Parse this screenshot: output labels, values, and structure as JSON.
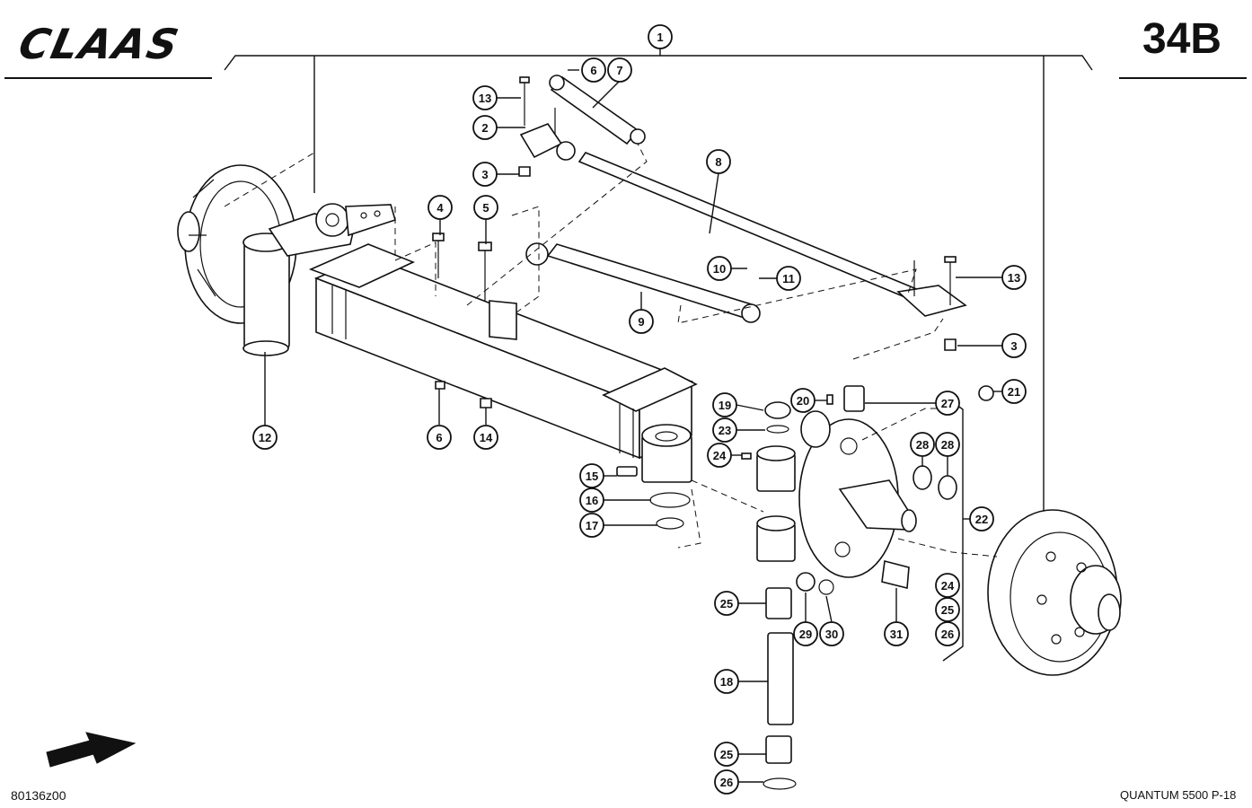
{
  "brand": "CLAAS",
  "page_code": "34B",
  "document_number": "80136z00",
  "model": "QUANTUM 5500 P-18",
  "callouts": [
    {
      "label": "1"
    },
    {
      "label": "6"
    },
    {
      "label": "7"
    },
    {
      "label": "13"
    },
    {
      "label": "2"
    },
    {
      "label": "3"
    },
    {
      "label": "8"
    },
    {
      "label": "4"
    },
    {
      "label": "5"
    },
    {
      "label": "10"
    },
    {
      "label": "11"
    },
    {
      "label": "9"
    },
    {
      "label": "13"
    },
    {
      "label": "3"
    },
    {
      "label": "12"
    },
    {
      "label": "6"
    },
    {
      "label": "14"
    },
    {
      "label": "19"
    },
    {
      "label": "20"
    },
    {
      "label": "27"
    },
    {
      "label": "21"
    },
    {
      "label": "23"
    },
    {
      "label": "24"
    },
    {
      "label": "28"
    },
    {
      "label": "28"
    },
    {
      "label": "15"
    },
    {
      "label": "16"
    },
    {
      "label": "17"
    },
    {
      "label": "22"
    },
    {
      "label": "25"
    },
    {
      "label": "29"
    },
    {
      "label": "30"
    },
    {
      "label": "31"
    },
    {
      "label": "24"
    },
    {
      "label": "25"
    },
    {
      "label": "26"
    },
    {
      "label": "18"
    },
    {
      "label": "25"
    },
    {
      "label": "26"
    }
  ]
}
